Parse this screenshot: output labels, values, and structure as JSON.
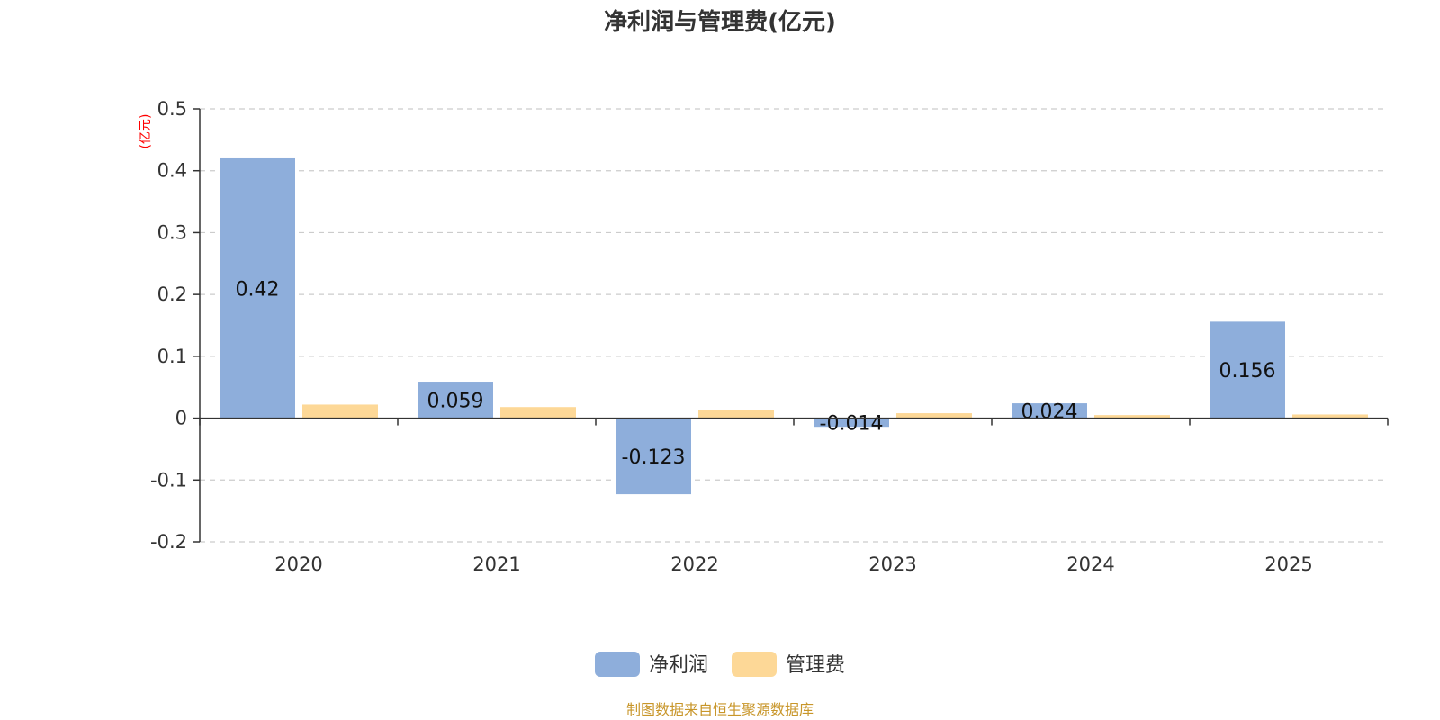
{
  "chart_data": {
    "type": "bar",
    "title": "净利润与管理费(亿元)",
    "unit_label": "(亿元)",
    "categories": [
      "2020",
      "2021",
      "2022",
      "2023",
      "2024",
      "2025"
    ],
    "series": [
      {
        "name": "净利润",
        "values": [
          0.42,
          0.059,
          -0.123,
          -0.014,
          0.024,
          0.156
        ],
        "labels": [
          "0.42",
          "0.059",
          "-0.123",
          "-0.014",
          "0.024",
          "0.156"
        ],
        "color": "#8eaedb"
      },
      {
        "name": "管理费",
        "values": [
          0.022,
          0.018,
          0.013,
          0.008,
          0.005,
          0.006
        ],
        "color": "#fdd897"
      }
    ],
    "ylim": [
      -0.2,
      0.5
    ],
    "yticks": [
      "-0.2",
      "-0.1",
      "0",
      "0.1",
      "0.2",
      "0.3",
      "0.4",
      "0.5"
    ],
    "ytick_values": [
      -0.2,
      -0.1,
      0,
      0.1,
      0.2,
      0.3,
      0.4,
      0.5
    ],
    "grid": true,
    "legend_position": "bottom"
  },
  "footer": {
    "source": "制图数据来自恒生聚源数据库"
  }
}
